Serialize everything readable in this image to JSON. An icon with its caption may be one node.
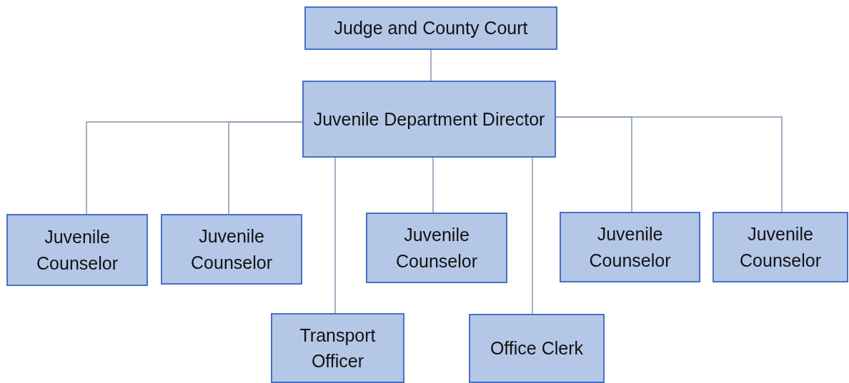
{
  "diagram": {
    "nodes": [
      {
        "text": [
          "Judge and County Court"
        ]
      },
      {
        "text": [
          "Juvenile Department Director"
        ]
      },
      {
        "text": [
          "Juvenile Counselor"
        ]
      },
      {
        "text": [
          "Juvenile Counselor"
        ]
      },
      {
        "text": [
          "Juvenile Counselor"
        ]
      },
      {
        "text": [
          "Juvenile Counselor"
        ]
      },
      {
        "text": [
          "Juvenile Counselor"
        ]
      },
      {
        "text": [
          "Transport Officer"
        ]
      },
      {
        "text": [
          "Office Clerk"
        ]
      }
    ],
    "edges": [
      {
        "from": 0,
        "to": 1,
        "arrow": "none"
      },
      {
        "from": 1,
        "to": 2,
        "arrow": "none"
      },
      {
        "from": 1,
        "to": 3,
        "arrow": "none"
      },
      {
        "from": 1,
        "to": 7,
        "arrow": "none"
      },
      {
        "from": 1,
        "to": 4,
        "arrow": "none"
      },
      {
        "from": 1,
        "to": 8,
        "arrow": "none"
      },
      {
        "from": 1,
        "to": 5,
        "arrow": "none"
      },
      {
        "from": 1,
        "to": 6,
        "arrow": "none"
      }
    ]
  }
}
